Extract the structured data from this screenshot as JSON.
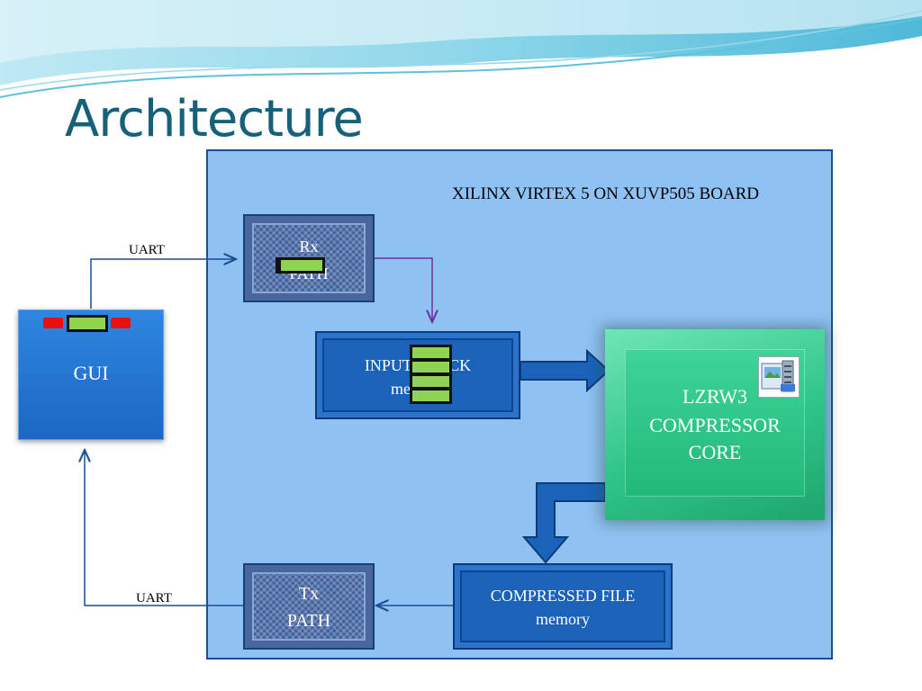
{
  "slide": {
    "title": "Architecture"
  },
  "board": {
    "label": "XILINX VIRTEX 5  ON XUVP505 BOARD"
  },
  "blocks": {
    "gui": "GUI",
    "rx_line1": "Rx",
    "rx_line2": "PATH",
    "input_line1": "INPUT BLOCK",
    "input_line2": "memory",
    "core_line1": "LZRW3",
    "core_line2": "COMPRESSOR",
    "core_line3": "CORE",
    "compressed_line1": "COMPRESSED FILE",
    "compressed_line2": "memory",
    "tx_line1": "Tx",
    "tx_line2": "PATH"
  },
  "links": {
    "uart_top": "UART",
    "uart_bottom": "UART"
  },
  "icons": {
    "compressor_icon": "file-archive-icon",
    "battery_icon": "battery-icon",
    "memory_stack_icon": "memory-stack-icon"
  },
  "colors": {
    "title": "#17607a",
    "board": "#8fc1f2",
    "block_dark": "#1b62b9",
    "core_green": "#2fc588",
    "line": "#1a4f93"
  }
}
